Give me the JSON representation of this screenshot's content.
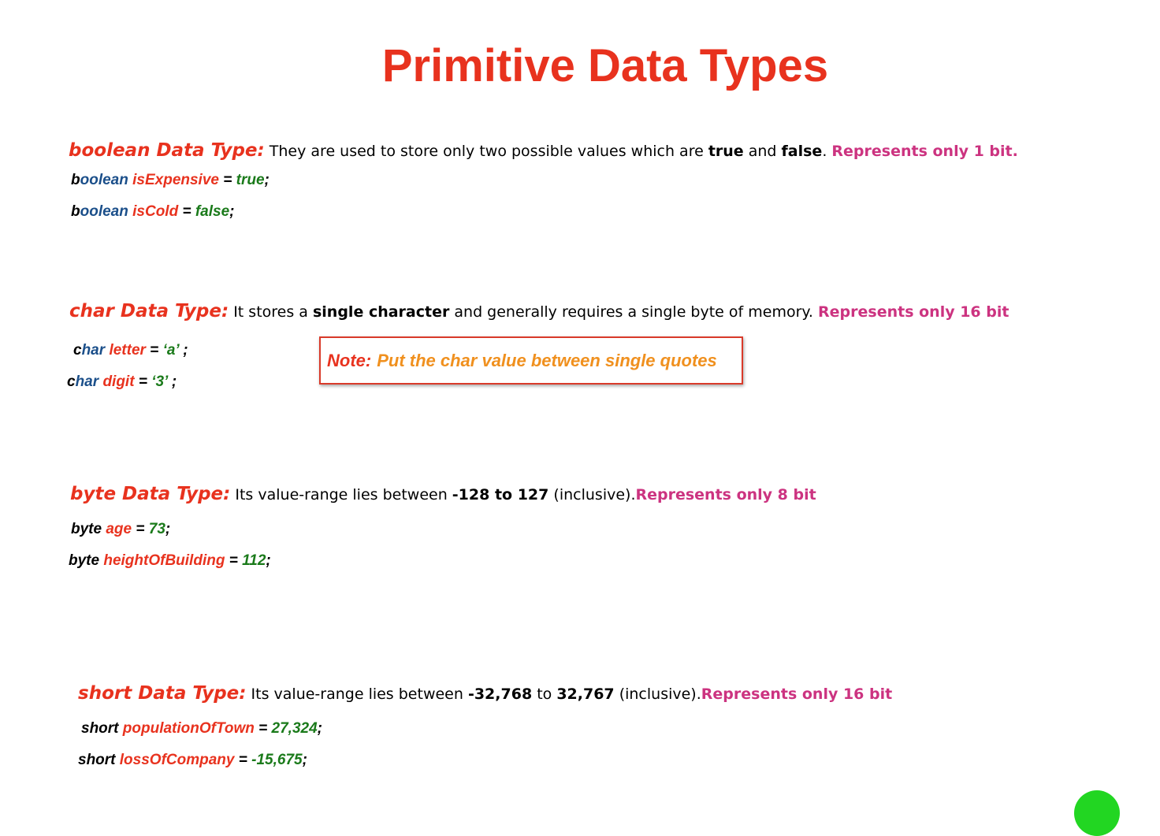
{
  "title": "Primitive Data Types",
  "sections": [
    {
      "heading": "boolean Data Type:",
      "description": {
        "t1": "They are used to store only two possible values which are ",
        "b1": "true",
        "t2": " and ",
        "b2": "false",
        "t3": ". "
      },
      "represents": "Represents only 1 bit.",
      "code_lines": [
        {
          "type_a": "b",
          "type_b": "oolean",
          "var": "isExpensive",
          "op": " = ",
          "value": "true",
          "end": ";"
        },
        {
          "type_a": "b",
          "type_b": "oolean",
          "var": "isCold",
          "op": " = ",
          "value": "false",
          "end": ";"
        }
      ]
    },
    {
      "heading": "char Data Type:",
      "description": {
        "t1": "It stores a ",
        "b1": "single character",
        "t2": " and generally requires a single byte of memory. "
      },
      "represents": "Represents only 16 bit",
      "code_lines": [
        {
          "type_a": "c",
          "type_b": "har",
          "var": "letter",
          "op": " = ",
          "value": "‘a’",
          "end": " ;"
        },
        {
          "type_a": "c",
          "type_b": "har",
          "var": "digit",
          "op": " = ",
          "value": "‘3’",
          "end": " ;"
        }
      ],
      "note": {
        "label": "Note:",
        "text": "Put the char value between single quotes"
      }
    },
    {
      "heading": "byte Data Type:",
      "description": {
        "t1": "Its value-range lies between ",
        "b1": "-128 to 127",
        "t2": " (inclusive)."
      },
      "represents": "Represents only 8 bit",
      "code_lines": [
        {
          "type": "byte",
          "var": "age",
          "op": " = ",
          "value": "73",
          "end": ";"
        },
        {
          "type": "byte",
          "var": "heightOfBuilding",
          "op": " = ",
          "value": "112",
          "end": ";"
        }
      ]
    },
    {
      "heading": "short Data Type:",
      "description": {
        "t1": "Its value-range lies between ",
        "b1": "-32,768",
        "t2": " to ",
        "b2": "32,767",
        "t3": " (inclusive)."
      },
      "represents": "Represents only 16 bit",
      "code_lines": [
        {
          "type": "short",
          "var": "populationOfTown",
          "op": " = ",
          "value": "27,324",
          "end": ";"
        },
        {
          "type": "short",
          "var": "lossOfCompany",
          "op": " = ",
          "value": "-15,675",
          "end": ";"
        }
      ]
    }
  ],
  "colors": {
    "heading": "#e8321e",
    "represents": "#cc3380",
    "keyword_blue": "#1b4f8a",
    "value_green": "#1a7a1a",
    "note_text": "#f0901e",
    "corner_dot": "#22d622"
  }
}
